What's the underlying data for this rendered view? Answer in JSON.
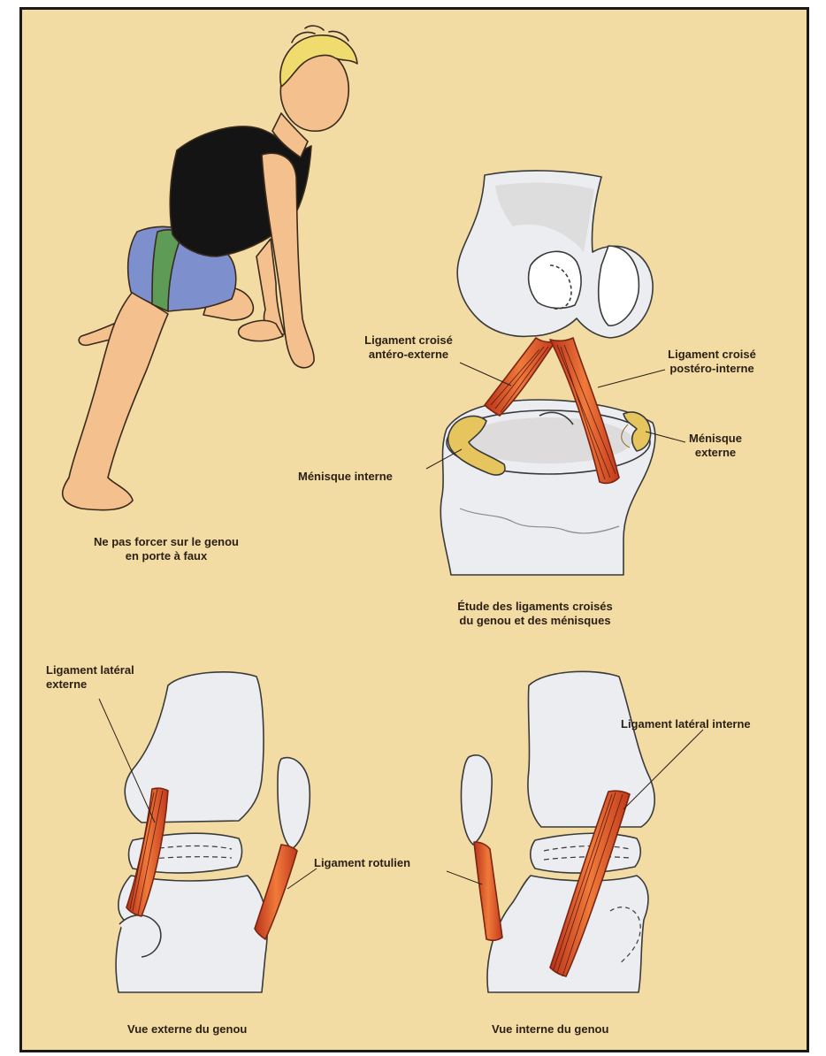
{
  "labels": {
    "athlete_caption": "Ne pas forcer sur le genou\nen porte à faux",
    "acl": "Ligament croisé\nantéro-externe",
    "pcl": "Ligament croisé\npostéro-interne",
    "medial_meniscus": "Ménisque interne",
    "lateral_meniscus": "Ménisque\nexterne",
    "cruciate_caption": "Étude des ligaments croisés\ndu genou et des ménisques",
    "lcl": "Ligament latéral\nexterne",
    "mcl": "Ligament latéral interne",
    "patellar": "Ligament rotulien",
    "external_view": "Vue externe du genou",
    "internal_view": "Vue interne du genou"
  },
  "colors": {
    "background": "#f3dca4",
    "bone": "#ecedf1",
    "cartilage": "#d9d6d6",
    "ligament": "#d9451e",
    "meniscus": "#e7c55e",
    "skin": "#f4c08e",
    "shorts_blue": "#7d8fcc",
    "shorts_green": "#5e9b57",
    "shirt": "#141414",
    "hair": "#f0dc6e"
  }
}
